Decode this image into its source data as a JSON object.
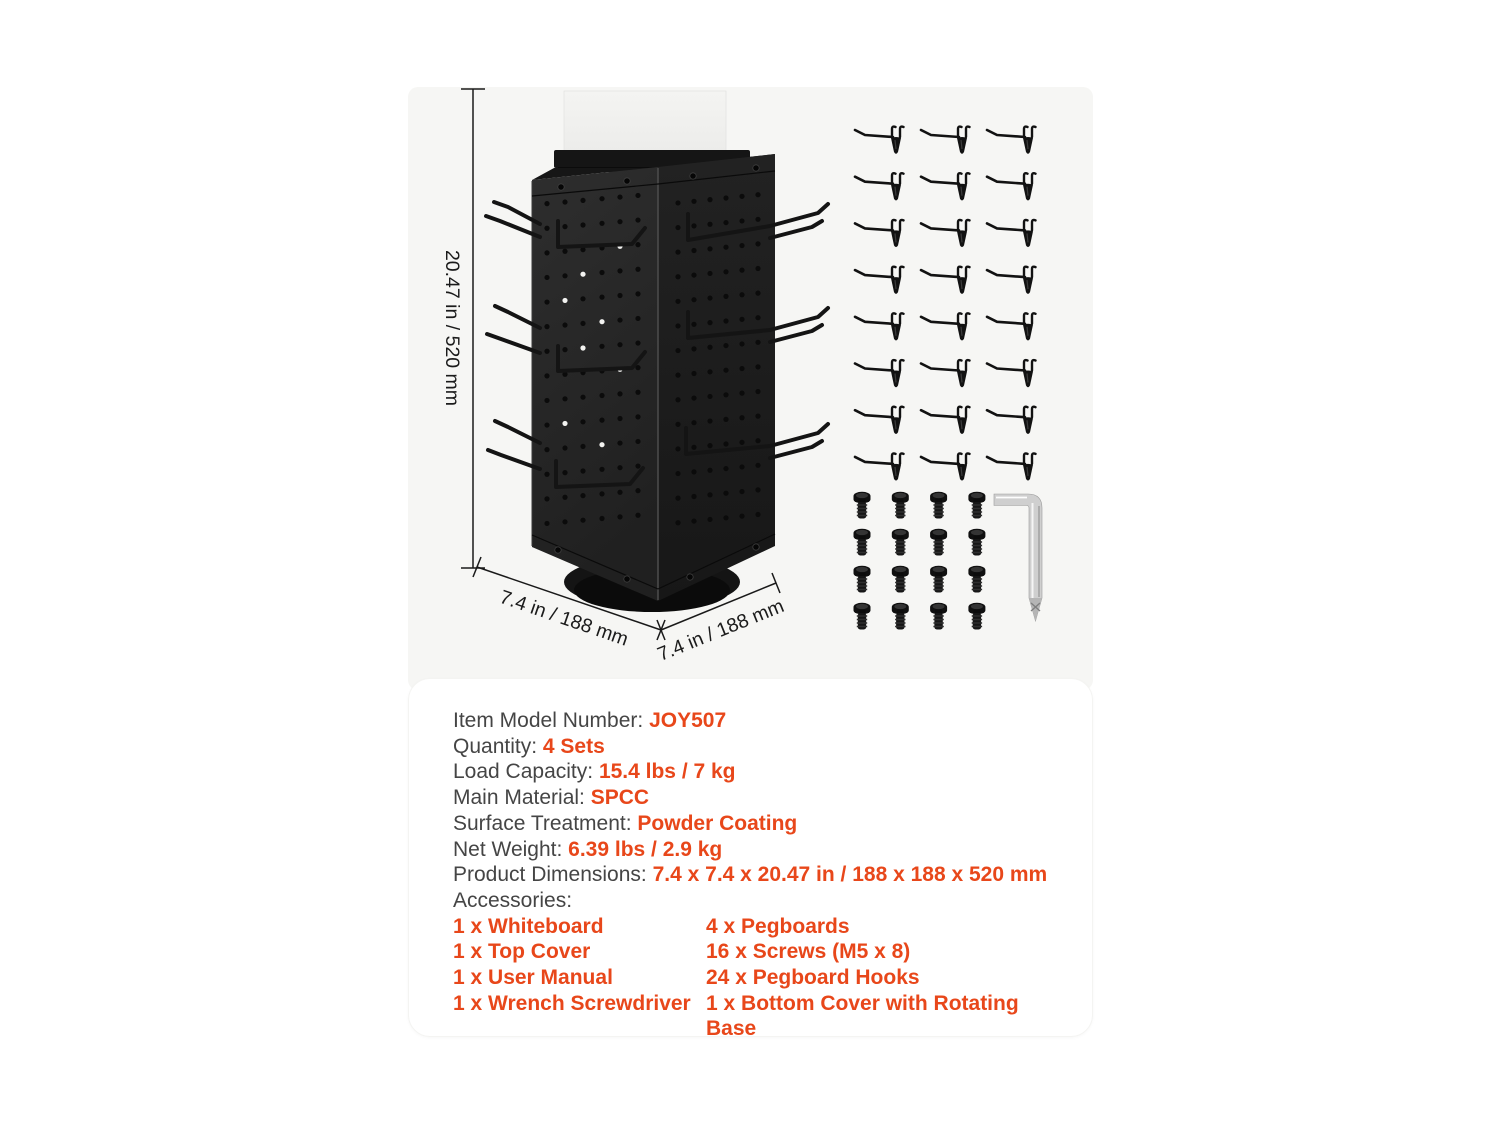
{
  "colors": {
    "accent": "#e8471a",
    "panel_bg": "#f6f6f4",
    "card_bg": "#ffffff",
    "tower_black": "#232323",
    "chrome": "#cfcfcf",
    "label_gray": "#454545",
    "ink": "#1b1b1b"
  },
  "diagram": {
    "height_label": "20.47 in / 520 mm",
    "depth_label_left": "7.4 in / 188 mm",
    "depth_label_right": "7.4 in / 188 mm",
    "figure": {
      "hook_grid": {
        "rows": 8,
        "cols": 3,
        "icon": "pegboard-hook-icon"
      },
      "screw_grid": {
        "rows": 4,
        "cols": 4,
        "icon": "screw-icon"
      },
      "wrench_icon": "l-wrench-icon"
    }
  },
  "specs": {
    "lines": [
      {
        "label": "Item Model Number: ",
        "value": "JOY507"
      },
      {
        "label": "Quantity: ",
        "value": "4 Sets"
      },
      {
        "label": "Load Capacity: ",
        "value": "15.4 lbs / 7 kg"
      },
      {
        "label": "Main Material: ",
        "value": "SPCC"
      },
      {
        "label": "Surface Treatment: ",
        "value": "Powder Coating"
      },
      {
        "label": "Net Weight: ",
        "value": "6.39 lbs / 2.9 kg"
      },
      {
        "label": "Product Dimensions: ",
        "value": "7.4 x 7.4 x 20.47 in / 188 x 188 x 520 mm"
      }
    ],
    "accessories_title": "Accessories:",
    "accessories_left": [
      "1 x Whiteboard",
      "1 x Top Cover",
      "1 x User Manual",
      "1 x Wrench Screwdriver"
    ],
    "accessories_right": [
      "4 x Pegboards",
      "16 x Screws (M5 x 8)",
      "24 x Pegboard Hooks",
      "1 x Bottom Cover with Rotating Base"
    ]
  }
}
